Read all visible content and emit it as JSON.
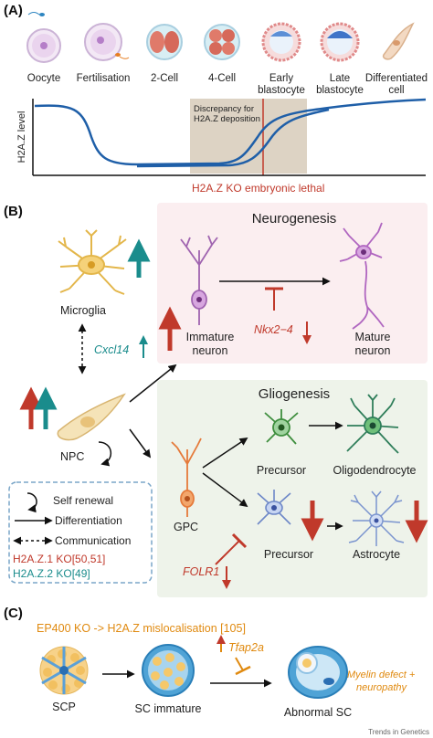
{
  "panel_a": {
    "label": "(A)",
    "stages": [
      "Oocyte",
      "Fertilisation",
      "2-Cell",
      "4-Cell",
      "Early blastocyte",
      "Late blastocyte",
      "Differentiated cell"
    ],
    "stage_lines": {
      "early": [
        "Early",
        "blastocyte"
      ],
      "late": [
        "Late",
        "blastocyte"
      ],
      "diff": [
        "Differentiated",
        "cell"
      ]
    },
    "ylabel": "H2A.Z level",
    "discrepancy": [
      "Discrepancy for",
      "H2A.Z deposition"
    ],
    "lethal": "H2A.Z KO embryonic lethal"
  },
  "panel_b": {
    "label": "(B)",
    "neurogenesis": "Neurogenesis",
    "gliogenesis": "Gliogenesis",
    "microglia": "Microglia",
    "cxcl14": "Cxcl14",
    "immature": [
      "Immature",
      "neuron"
    ],
    "nkx": "Nkx2−4",
    "mature": [
      "Mature",
      "neuron"
    ],
    "npc": "NPC",
    "gpc": "GPC",
    "precursor_top": "Precursor",
    "oligo": "Oligodendrocyte",
    "precursor_bottom": "Precursor",
    "astro": "Astrocyte",
    "folr1": "FOLR1",
    "legend": {
      "self_renewal": "Self renewal",
      "differentiation": "Differentiation",
      "communication": "Communication",
      "ko1": "H2A.Z.1 KO[50,51]",
      "ko2": "H2A.Z.2 KO[49]"
    }
  },
  "panel_c": {
    "label": "(C)",
    "ep400": "EP400 KO -> H2A.Z mislocalisation [105]",
    "tfap": "Tfap2a",
    "myelin": [
      "Myelin defect +",
      "neuropathy"
    ],
    "scp": "SCP",
    "sc_immature": "SC immature",
    "abnormal": "Abnormal SC"
  },
  "footer": "Trends in Genetics",
  "colors": {
    "red": "#c0392b",
    "teal": "#1a8c8c",
    "orange": "#e08a10",
    "curve": "#1f5fa8"
  }
}
